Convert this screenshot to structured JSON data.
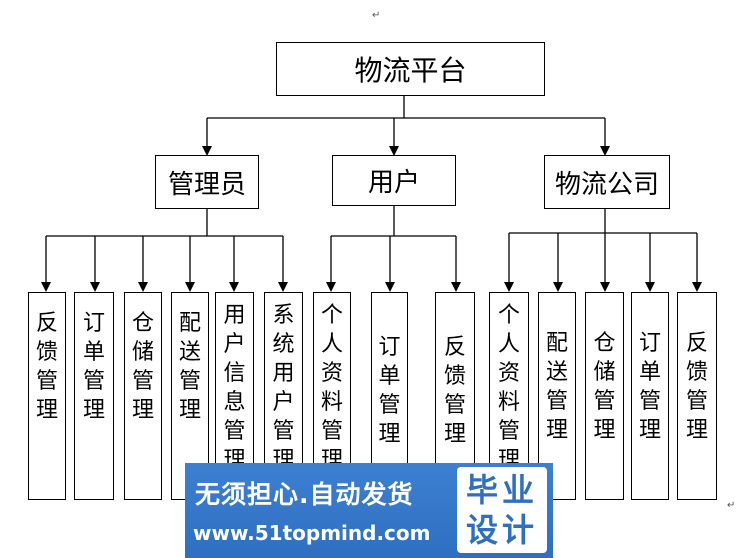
{
  "root": {
    "label": "物流平台"
  },
  "groups": [
    {
      "label": "管理员",
      "children": [
        "反馈管理",
        "订单管理",
        "仓储管理",
        "配送管理",
        "用户信息管理",
        "系统用户管理"
      ]
    },
    {
      "label": "用户",
      "children": [
        "个人资料管理",
        "订单管理",
        "反馈管理"
      ]
    },
    {
      "label": "物流公司",
      "children": [
        "个人资料管理",
        "配送管理",
        "仓储管理",
        "订单管理",
        "反馈管理"
      ]
    }
  ],
  "paragraph_marks": [
    "↵",
    "↵"
  ],
  "watermark": {
    "slogan": "无须担心.自动发货",
    "url": "www.51topmind.com",
    "badge_line1": "毕业",
    "badge_line2": "设计",
    "colors": {
      "background": "#2f6fc2",
      "text": "#ffffff",
      "badge_text": "#2f6fc2"
    }
  }
}
